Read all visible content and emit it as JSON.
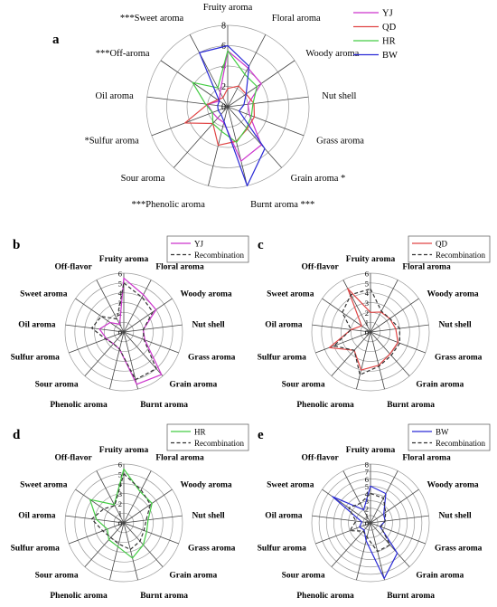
{
  "colors": {
    "YJ": "#cc33cc",
    "QD": "#e04545",
    "HR": "#44cc44",
    "BW": "#2a2ad6",
    "Recombination": "#333333",
    "grid": "#9a9a9a",
    "axis": "#444444"
  },
  "chart_data": [
    {
      "panel": "a",
      "type": "radar",
      "categories": [
        "Fruity aroma",
        "Floral aroma",
        "Woody aroma",
        "Nut shell",
        "Grass aroma",
        "Grain aroma",
        "Burnt aroma",
        "Phenolic aroma",
        "Sour aroma",
        "Sulfur aroma",
        "Oil aroma",
        "Off-aroma",
        "Sweet aroma"
      ],
      "display_labels": [
        "Fruity aroma",
        "Floral aroma",
        "Woody aroma",
        "Nut shell",
        "Grass aroma",
        "Grain aroma *",
        "Burnt aroma ***",
        "***Phenolic aroma",
        "Sour aroma",
        "*Sulfur aroma",
        "Oil aroma",
        "***Off-aroma",
        "***Sweet aroma"
      ],
      "rmax": 8,
      "ticks": [
        2,
        4,
        6,
        8
      ],
      "legend_position": "top-right",
      "series": [
        {
          "name": "YJ",
          "values": [
            5.5,
            4.3,
            4.0,
            2.0,
            2.3,
            5.0,
            5.5,
            1.6,
            1.5,
            1.6,
            2.0,
            1.0,
            1.6
          ]
        },
        {
          "name": "QD",
          "values": [
            1.8,
            2.3,
            2.2,
            2.6,
            2.8,
            2.9,
            3.5,
            3.9,
            2.2,
            4.5,
            2.0,
            1.2,
            1.0
          ]
        },
        {
          "name": "HR",
          "values": [
            5.5,
            3.6,
            3.5,
            2.5,
            2.5,
            2.8,
            3.6,
            2.5,
            2.2,
            1.6,
            2.2,
            4.2,
            2.1
          ]
        },
        {
          "name": "BW",
          "values": [
            6.0,
            4.5,
            2.2,
            1.6,
            1.2,
            5.5,
            8.0,
            1.5,
            1.0,
            1.0,
            1.0,
            1.0,
            6.0
          ]
        }
      ]
    },
    {
      "panel": "b",
      "type": "radar",
      "categories": [
        "Fruity aroma",
        "Floral aroma",
        "Woody aroma",
        "Nut shell",
        "Grass aroma",
        "Grain aroma",
        "Burnt aroma",
        "Phenolic aroma",
        "Sour aroma",
        "Sulfur aroma",
        "Oil aroma",
        "Sweet aroma",
        "Off-flavor"
      ],
      "rmax": 6,
      "ticks": [
        1,
        2,
        3,
        4,
        5,
        6
      ],
      "legend_position": "top-right",
      "series": [
        {
          "name": "YJ",
          "values": [
            5.5,
            4.3,
            4.0,
            2.0,
            2.3,
            5.8,
            5.5,
            1.8,
            1.6,
            1.9,
            2.5,
            1.7,
            0.9
          ]
        },
        {
          "name": "Recombination",
          "values": [
            5.0,
            4.0,
            3.6,
            2.0,
            2.2,
            5.0,
            5.0,
            1.8,
            1.6,
            2.0,
            3.3,
            2.8,
            1.5
          ]
        }
      ]
    },
    {
      "panel": "c",
      "type": "radar",
      "categories": [
        "Fruity aroma",
        "Floral aroma",
        "Woody aroma",
        "Nut shell",
        "Grass aroma",
        "Grain aroma",
        "Burnt aroma",
        "Phenolic aroma",
        "Sour aroma",
        "Sulfur aroma",
        "Oil aroma",
        "Sweet aroma",
        "Off-flavor"
      ],
      "rmax": 6,
      "ticks": [
        1,
        2,
        3,
        4,
        5,
        6
      ],
      "legend_position": "top-right",
      "series": [
        {
          "name": "QD",
          "values": [
            2.0,
            2.3,
            2.4,
            2.6,
            3.0,
            3.0,
            3.5,
            4.0,
            2.5,
            4.5,
            2.0,
            1.1,
            5.0
          ]
        },
        {
          "name": "Recombination",
          "values": [
            4.4,
            2.4,
            2.4,
            3.0,
            3.2,
            3.2,
            3.6,
            4.5,
            2.5,
            4.0,
            2.0,
            3.5,
            4.3
          ]
        }
      ]
    },
    {
      "panel": "d",
      "type": "radar",
      "categories": [
        "Fruity aroma",
        "Floral aroma",
        "Woody aroma",
        "Nut shell",
        "Grass aroma",
        "Grain aroma",
        "Burnt aroma",
        "Phenolic aroma",
        "Sour aroma",
        "Sulfur aroma",
        "Oil aroma",
        "Sweet aroma",
        "Off-flavor"
      ],
      "rmax": 6,
      "ticks": [
        1,
        2,
        3,
        4,
        5,
        6
      ],
      "legend_position": "top-right",
      "series": [
        {
          "name": "HR",
          "values": [
            5.5,
            3.6,
            3.5,
            2.5,
            2.5,
            3.0,
            3.7,
            2.5,
            2.3,
            1.8,
            2.8,
            4.2,
            2.1
          ]
        },
        {
          "name": "Recombination",
          "values": [
            5.0,
            3.8,
            3.3,
            2.3,
            2.2,
            2.5,
            2.8,
            2.2,
            2.0,
            2.3,
            3.3,
            2.5,
            2.0
          ]
        }
      ]
    },
    {
      "panel": "e",
      "type": "radar",
      "categories": [
        "Fruity aroma",
        "Floral aroma",
        "Woody aroma",
        "Nut shell",
        "Grass aroma",
        "Grain aroma",
        "Burnt aroma",
        "Phenolic aroma",
        "Sour aroma",
        "Sulfur aroma",
        "Oil aroma",
        "Sweet aroma",
        "Off-flavor"
      ],
      "rmax": 8,
      "ticks": [
        1,
        2,
        3,
        4,
        5,
        6,
        7,
        8
      ],
      "legend_position": "top-right",
      "series": [
        {
          "name": "BW",
          "values": [
            5.0,
            4.5,
            2.2,
            2.0,
            1.4,
            5.5,
            7.8,
            2.5,
            1.3,
            1.6,
            1.2,
            6.3,
            2.0
          ]
        },
        {
          "name": "Recombination",
          "values": [
            4.0,
            3.8,
            2.5,
            2.0,
            1.5,
            4.0,
            4.0,
            2.0,
            1.5,
            3.0,
            2.0,
            3.6,
            3.0
          ]
        }
      ]
    }
  ]
}
